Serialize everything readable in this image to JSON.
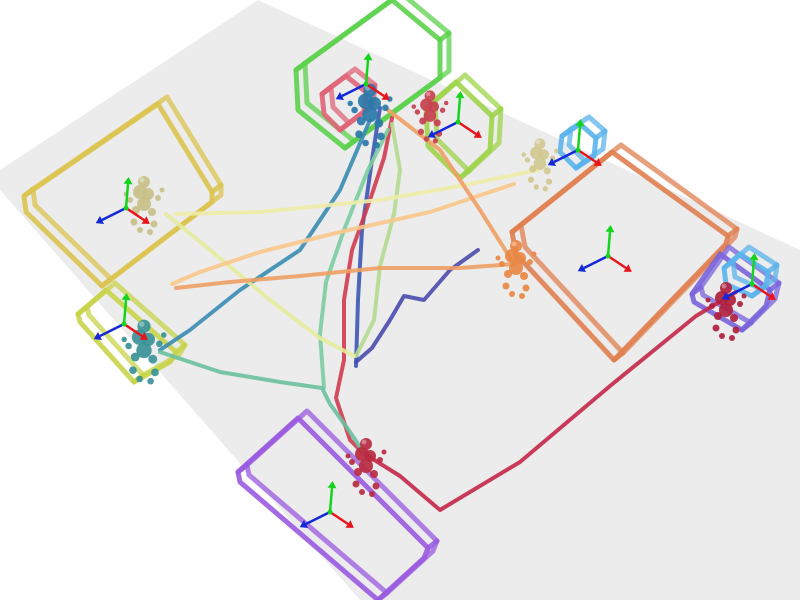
{
  "scene": {
    "background": "#ffffff",
    "floor_color": "#ececec",
    "axis_colors": {
      "x": "#e8141c",
      "y": "#14d41c",
      "z": "#1428d8"
    },
    "boxes": [
      {
        "name": "box-green-top",
        "color": "#5cd24c"
      },
      {
        "name": "box-lime-top",
        "color": "#9ed44a"
      },
      {
        "name": "box-pink-top",
        "color": "#e06478"
      },
      {
        "name": "box-yellow-left",
        "color": "#dcc450"
      },
      {
        "name": "box-yellowgreen-left",
        "color": "#c8d44a"
      },
      {
        "name": "box-cyan-small",
        "color": "#5ab4ec"
      },
      {
        "name": "box-orange-right",
        "color": "#e08050"
      },
      {
        "name": "box-violet-right",
        "color": "#7a64dc"
      },
      {
        "name": "box-cyan-right",
        "color": "#5ab4ec"
      },
      {
        "name": "box-purple-bottom",
        "color": "#9a5ae0"
      }
    ],
    "trajectories": [
      {
        "name": "trajectory-teal-blue",
        "color": "#3a8cb4"
      },
      {
        "name": "trajectory-navy",
        "color": "#3c58b4"
      },
      {
        "name": "trajectory-indigo",
        "color": "#4a4cae"
      },
      {
        "name": "trajectory-red",
        "color": "#d03c50"
      },
      {
        "name": "trajectory-lightgreen",
        "color": "#b4dc90"
      },
      {
        "name": "trajectory-mint",
        "color": "#7ccca0"
      },
      {
        "name": "trajectory-seafoam",
        "color": "#6ac0a0"
      },
      {
        "name": "trajectory-pale-yellow",
        "color": "#f0eca8"
      },
      {
        "name": "trajectory-yellow-green",
        "color": "#e4ec9c"
      },
      {
        "name": "trajectory-light-orange",
        "color": "#f8c88a"
      },
      {
        "name": "trajectory-orange",
        "color": "#f0a064"
      },
      {
        "name": "trajectory-crimson",
        "color": "#c42848"
      }
    ],
    "figures": [
      {
        "name": "human-figure-blue-top",
        "color": "#2a78a8"
      },
      {
        "name": "human-figure-red-top",
        "color": "#c84050"
      },
      {
        "name": "human-figure-tan-left",
        "color": "#c8c088"
      },
      {
        "name": "human-figure-teal-left",
        "color": "#3a9298"
      },
      {
        "name": "human-figure-tan-right",
        "color": "#d0c890"
      },
      {
        "name": "human-figure-orange-center",
        "color": "#e88844"
      },
      {
        "name": "human-figure-crimson-right",
        "color": "#b0203c"
      },
      {
        "name": "human-figure-crimson-bottom",
        "color": "#b82a40"
      }
    ],
    "gizmos": [
      {
        "name": "axes-gizmo-top"
      },
      {
        "name": "axes-gizmo-top-right"
      },
      {
        "name": "axes-gizmo-left"
      },
      {
        "name": "axes-gizmo-lower-left"
      },
      {
        "name": "axes-gizmo-small-box"
      },
      {
        "name": "axes-gizmo-orange-box"
      },
      {
        "name": "axes-gizmo-right"
      },
      {
        "name": "axes-gizmo-bottom"
      }
    ]
  }
}
